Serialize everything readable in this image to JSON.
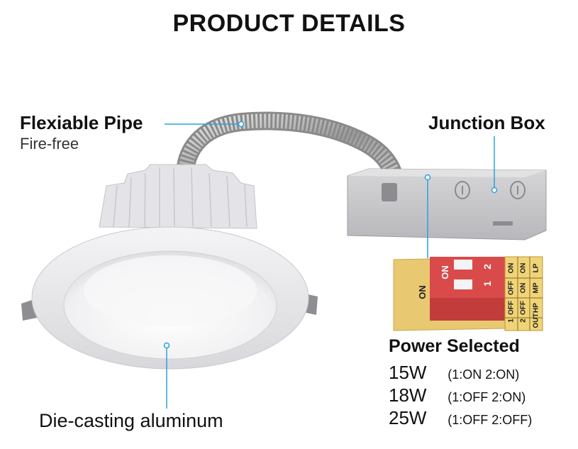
{
  "title": "PRODUCT DETAILS",
  "labels": {
    "pipe": "Flexiable Pipe",
    "pipe_sub": "Fire-free",
    "junction_box": "Junction Box",
    "die_casting": "Die-casting aluminum"
  },
  "power": {
    "title": "Power Selected",
    "options": [
      {
        "watt": "15W",
        "config": "(1:ON 2:ON)"
      },
      {
        "watt": "18W",
        "config": "(1:OFF 2:ON)"
      },
      {
        "watt": "25W",
        "config": "(1:OFF 2:OFF)"
      }
    ]
  },
  "dip_switch": {
    "on_label": "ON",
    "side_label": "ON",
    "switch_numbers": [
      "1",
      "2"
    ],
    "table": {
      "rows": [
        [
          "1",
          "2",
          "OUT"
        ],
        [
          "ON",
          "ON",
          "LP"
        ],
        [
          "OFF",
          "ON",
          "MP"
        ],
        [
          "OFF",
          "OFF",
          "HP"
        ]
      ]
    }
  },
  "colors": {
    "accent": "#29a3d9",
    "dip_body": "#d94a4a",
    "dip_board": "#e9c872"
  }
}
